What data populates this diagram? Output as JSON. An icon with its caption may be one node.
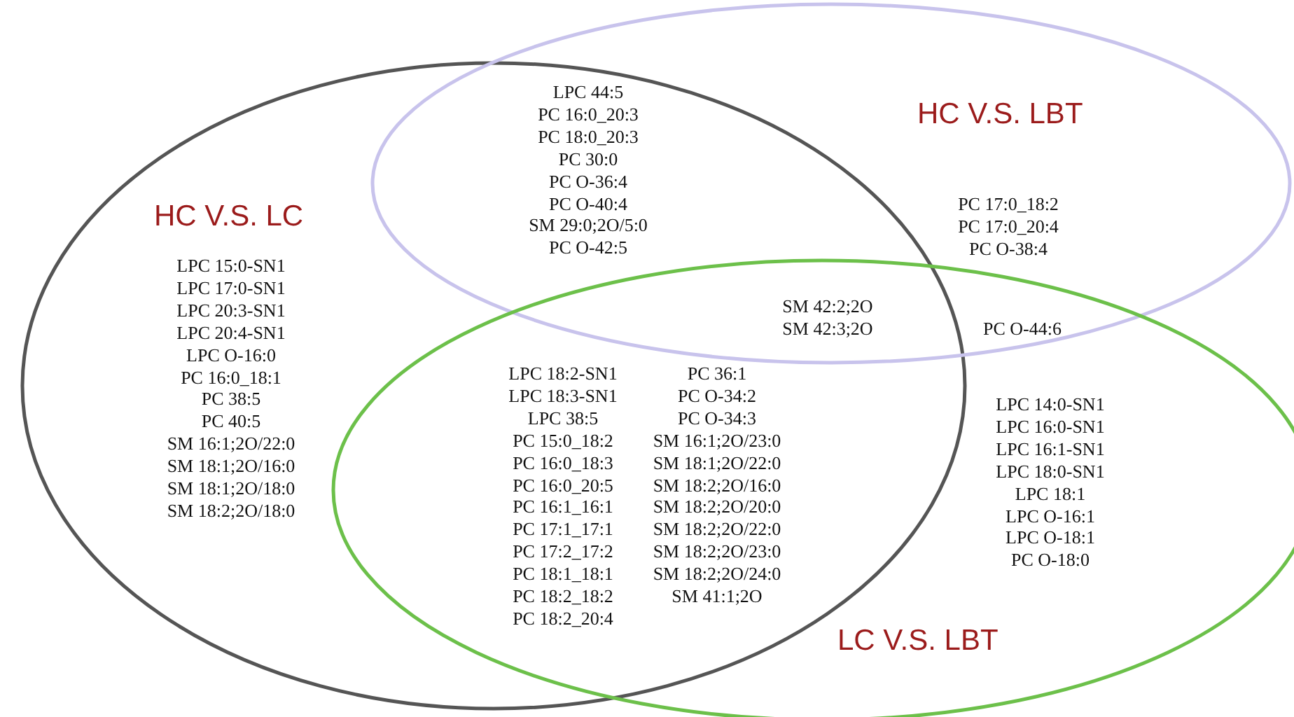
{
  "diagram": {
    "nodes": [
      {
        "text": [
          "HC V.S. LC"
        ]
      },
      {
        "text": [
          "HC V.S. LBT"
        ]
      },
      {
        "text": [
          "LC V.S. LBT"
        ]
      }
    ],
    "labels": [
      "LPC 44:5",
      "PC 16:0_20:3",
      "PC 18:0_20:3",
      "PC 30:0",
      "PC O-36:4",
      "PC O-40:4",
      "SM 29:0;2O/5:0",
      "PC O-42:5",
      "PC 17:0_18:2",
      "PC 17:0_20:4",
      "PC O-38:4",
      "LPC 15:0-SN1",
      "LPC 17:0-SN1",
      "LPC 20:3-SN1",
      "LPC 20:4-SN1",
      "LPC O-16:0",
      "PC 16:0_18:1",
      "PC 38:5",
      "PC 40:5",
      "SM 16:1;2O/22:0",
      "SM 18:1;2O/16:0",
      "SM 18:1;2O/18:0",
      "SM 18:2;2O/18:0",
      "SM 42:2;2O",
      "SM 42:3;2O",
      "PC O-44:6",
      "LPC 18:2-SN1",
      "LPC 18:3-SN1",
      "LPC 38:5",
      "PC 15:0_18:2",
      "PC 16:0_18:3",
      "PC 16:0_20:5",
      "PC 16:1_16:1",
      "PC 17:1_17:1",
      "PC 17:2_17:2",
      "PC 18:1_18:1",
      "PC 18:2_18:2",
      "PC 18:2_20:4",
      "PC 36:1",
      "PC O-34:2",
      "PC O-34:3",
      "SM 16:1;2O/23:0",
      "SM 18:1;2O/22:0",
      "SM 18:2;2O/16:0",
      "SM 18:2;2O/20:0",
      "SM 18:2;2O/22:0",
      "SM 18:2;2O/23:0",
      "SM 18:2;2O/24:0",
      "SM 41:1;2O",
      "LPC 14:0-SN1",
      "LPC 16:0-SN1",
      "LPC 16:1-SN1",
      "LPC 18:0-SN1",
      "LPC 18:1",
      "LPC O-16:1",
      "LPC O-18:1",
      "PC O-18:0"
    ]
  }
}
